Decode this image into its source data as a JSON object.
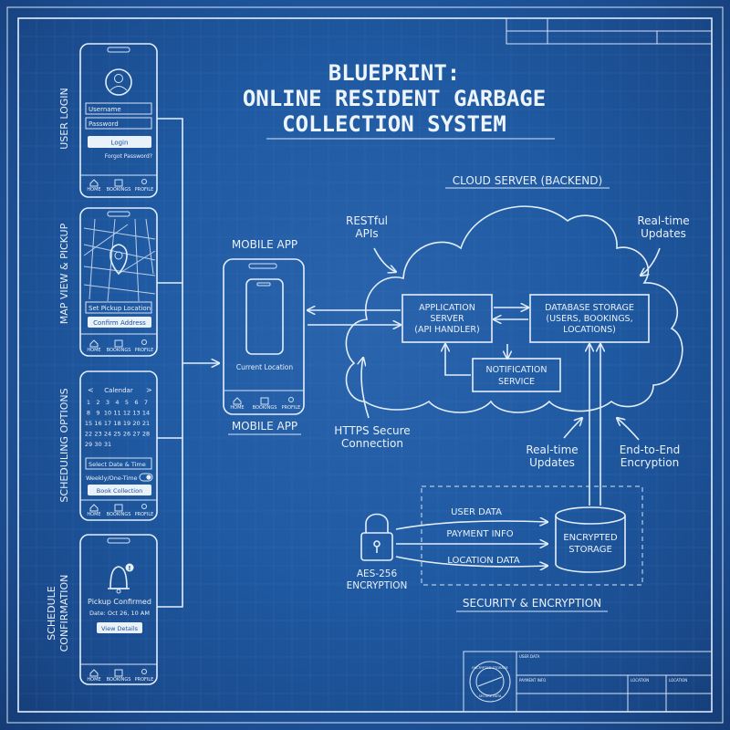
{
  "title": {
    "line1": "BLUEPRINT:",
    "line2": "ONLINE RESIDENT GARBAGE",
    "line3": "COLLECTION SYSTEM"
  },
  "side_labels": {
    "login": "USER LOGIN",
    "map": "MAP VIEW & PICKUP",
    "schedule": "SCHEDULING OPTIONS",
    "confirm_1": "SCHEDULE",
    "confirm_2": "CONFIRMATION"
  },
  "phone_nav": {
    "home": "HOME",
    "bookings": "BOOKINGS",
    "profile": "PROFILE"
  },
  "login_screen": {
    "username": "Username",
    "password": "Password",
    "login": "Login",
    "forgot": "Forgot Password?"
  },
  "map_screen": {
    "set_pickup": "Set Pickup Location",
    "confirm": "Confirm Address"
  },
  "calendar_screen": {
    "month": "Calendar",
    "prev": "<",
    "next": ">",
    "days": [
      [
        "1",
        "2",
        "3",
        "4",
        "5",
        "6",
        "7"
      ],
      [
        "8",
        "9",
        "10",
        "11",
        "12",
        "13",
        "14"
      ],
      [
        "15",
        "16",
        "17",
        "18",
        "19",
        "20",
        "21"
      ],
      [
        "22",
        "23",
        "24",
        "25",
        "26",
        "27",
        "28"
      ],
      [
        "29",
        "30",
        "31"
      ]
    ],
    "select": "Select Date & Time",
    "toggle": "Weekly/One-Time",
    "book": "Book Collection"
  },
  "confirm_screen": {
    "title": "Pickup Confirmed",
    "date": "Date: Oct 26, 10 AM",
    "view": "View Details"
  },
  "mobile_app": {
    "label_top": "MOBILE APP",
    "label_bottom": "MOBILE APP",
    "location": "Current Location"
  },
  "cloud": {
    "title": "CLOUD SERVER (BACKEND)",
    "restful": [
      "RESTful",
      "APIs"
    ],
    "realtime_top": [
      "Real-time",
      "Updates"
    ],
    "app_server": [
      "APPLICATION",
      "SERVER",
      "(API HANDLER)"
    ],
    "database": [
      "DATABASE STORAGE",
      "(USERS, BOOKINGS,",
      "LOCATIONS)"
    ],
    "notification": [
      "NOTIFICATION",
      "SERVICE"
    ]
  },
  "https": [
    "HTTPS Secure",
    "Connection"
  ],
  "realtime_bottom": [
    "Real-time",
    "Updates"
  ],
  "e2e": [
    "End-to-End",
    "Encryption"
  ],
  "security": {
    "title": "SECURITY & ENCRYPTION",
    "aes": [
      "AES-256",
      "ENCRYPTION"
    ],
    "flows": [
      "USER DATA",
      "PAYMENT INFO",
      "LOCATION DATA"
    ],
    "storage": [
      "ENCRYPTED",
      "STORAGE"
    ]
  },
  "title_block": {
    "user_data": "USER DATA",
    "payment": "PAYMENT INFO",
    "location_1": "LOCATION",
    "location_2": "LOCATION",
    "stamp_top": "ENCRYPTED STORAGE",
    "stamp_bottom": "SECURE DATA"
  }
}
